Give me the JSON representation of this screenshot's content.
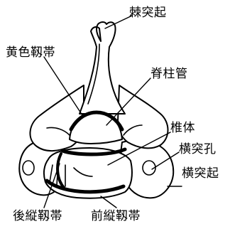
{
  "labels": {
    "spinous_process": "棘突起",
    "ligamentum_flavum": "黄色靱帯",
    "spinal_canal": "脊柱管",
    "vertebral_body": "椎体",
    "transverse_foramen": "横突孔",
    "transverse_process": "横突起",
    "posterior_longitudinal_ligament": "後縦靱帯",
    "anterior_longitudinal_ligament": "前縦靱帯"
  },
  "colors": {
    "ink": "#000000",
    "paper": "#ffffff"
  }
}
